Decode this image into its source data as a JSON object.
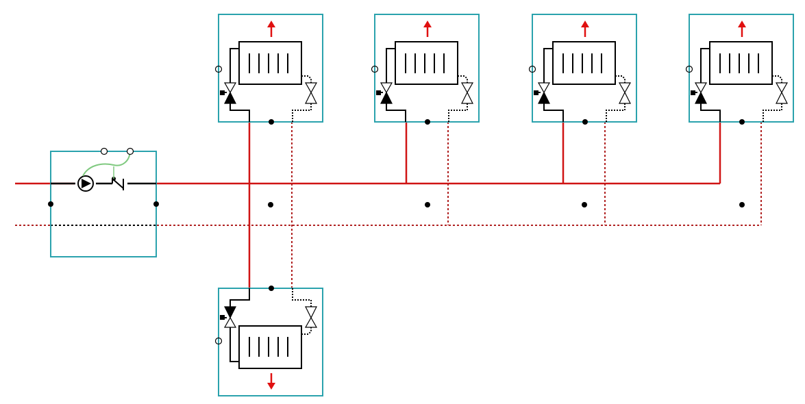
{
  "diagram": {
    "name": "heating-circuit-schematic",
    "colors": {
      "background": "#ffffff",
      "supply_pipe": "#d01414",
      "return_pipe": "#b02020",
      "component_outline": "#000000",
      "box_border": "#2aa2ad",
      "signal_line": "#7fc97f",
      "arrow": "#e01010",
      "connector_dot": "#000000"
    },
    "components": [
      {
        "id": "pump-station",
        "type": "pump-with-check-valve"
      },
      {
        "id": "radiator-1",
        "type": "radiator-with-valves",
        "arrow": "up"
      },
      {
        "id": "radiator-2",
        "type": "radiator-with-valves",
        "arrow": "up"
      },
      {
        "id": "radiator-3",
        "type": "radiator-with-valves",
        "arrow": "up"
      },
      {
        "id": "radiator-4",
        "type": "radiator-with-valves",
        "arrow": "up"
      },
      {
        "id": "radiator-5",
        "type": "radiator-with-valves",
        "arrow": "down"
      }
    ],
    "icons": [
      "pump-icon",
      "check-valve-icon",
      "radiator-icon",
      "thermostatic-valve-icon",
      "lockshield-valve-icon",
      "flow-arrow-icon",
      "sensor-port-icon"
    ]
  }
}
